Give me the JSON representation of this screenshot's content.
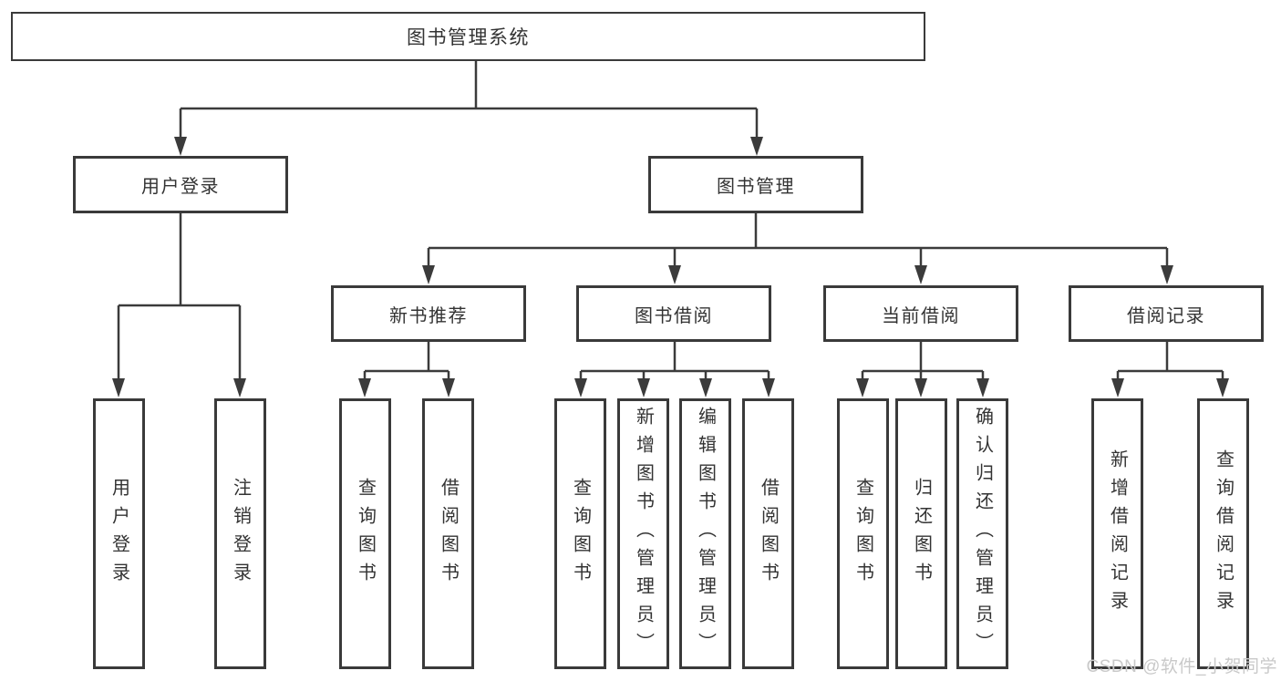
{
  "root": {
    "label": "图书管理系统"
  },
  "branches": [
    {
      "label": "用户登录",
      "children": [
        "用户登录",
        "注销登录"
      ]
    },
    {
      "label": "图书管理",
      "groups": [
        {
          "label": "新书推荐",
          "children": [
            "查询图书",
            "借阅图书"
          ]
        },
        {
          "label": "图书借阅",
          "children": [
            "查询图书",
            "新增图书（管理员）",
            "编辑图书（管理员）",
            "借阅图书"
          ]
        },
        {
          "label": "当前借阅",
          "children": [
            "查询图书",
            "归还图书",
            "确认归还（管理员）"
          ]
        },
        {
          "label": "借阅记录",
          "children": [
            "新增借阅记录",
            "查询借阅记录"
          ]
        }
      ]
    }
  ],
  "watermark": "CSDN @软件_小贺同学",
  "colors": {
    "line": "#3b3b3b",
    "text": "#333333",
    "watermark": "#c9c9c9",
    "background": "#ffffff"
  }
}
